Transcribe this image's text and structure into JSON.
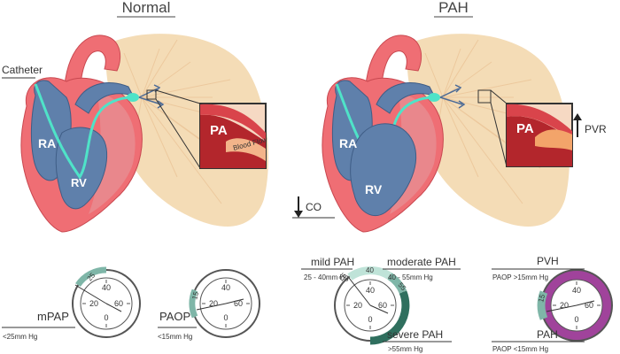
{
  "titles": {
    "left": "Normal",
    "right": "PAH"
  },
  "labels": {
    "catheter": "Catheter",
    "ra": "RA",
    "rv": "RV",
    "pa": "PA",
    "pvr": "PVR",
    "co": "CO",
    "blood_flow": "Blood Flow"
  },
  "gauges": {
    "mpap": {
      "title": "mPAP",
      "sub": "<25mm Hg",
      "threshold": "25"
    },
    "paop": {
      "title": "PAOP",
      "sub": "<15mm Hg",
      "threshold": "15"
    },
    "pah": {
      "mild": "mild PAH",
      "mild_sub": "25 - 40mm Hg",
      "moderate": "moderate PAH",
      "moderate_sub": "40 - 55mm Hg",
      "severe": "severe PAH",
      "severe_sub": ">55mm Hg",
      "t25": "25",
      "t40": "40",
      "t55": "55"
    },
    "pvh": {
      "pvh": "PVH",
      "pvh_sub": "PAOP >15mm Hg",
      "pah": "PAH",
      "pah_sub": "PAOP <15mm Hg",
      "t15": "15"
    },
    "ticks": {
      "t0": "0",
      "t20": "20",
      "t40": "40",
      "t60": "60"
    }
  },
  "colors": {
    "heart_red": "#ef6e74",
    "heart_dark_red": "#d9444b",
    "chamber_blue": "#5f80ab",
    "lung_beige": "#f4dcb6",
    "catheter_teal": "#4fe3c8",
    "gauge_green": "#7fb6a8",
    "gauge_dark_green": "#2f6f5e",
    "gauge_purple": "#a0439b"
  }
}
